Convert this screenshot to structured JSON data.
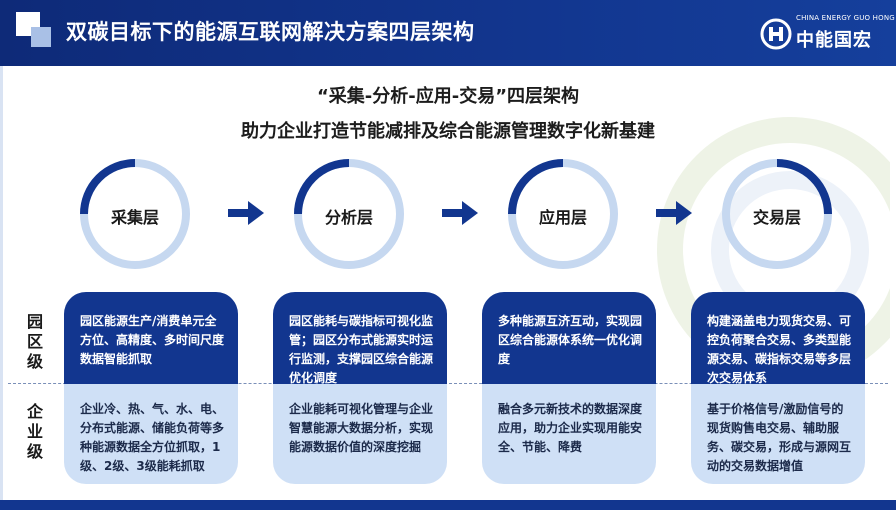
{
  "header": {
    "title": "双碳目标下的能源互联网解决方案四层架构",
    "logo_sub": "CHINA ENERGY GUO HONG",
    "logo_name": "中能国宏"
  },
  "subtitle": {
    "line1": "“采集-分析-应用-交易”四层架构",
    "line2": "助力企业打造节能减排及综合能源管理数字化新基建"
  },
  "layers": [
    {
      "name": "采集层"
    },
    {
      "name": "分析层"
    },
    {
      "name": "应用层"
    },
    {
      "name": "交易层"
    }
  ],
  "rows": {
    "park": "园区级",
    "enterprise": "企业级"
  },
  "cards": [
    {
      "park": "园区能源生产/消费单元全方位、高精度、多时间尺度数据智能抓取",
      "enterprise": "企业冷、热、气、水、电、分布式能源、储能负荷等多种能源数据全方位抓取，1级、2级、3级能耗抓取"
    },
    {
      "park": "园区能耗与碳指标可视化监管；园区分布式能源实时运行监测，支撑园区综合能源优化调度",
      "enterprise": "企业能耗可视化管理与企业智慧能源大数据分析，实现能源数据价值的深度挖掘"
    },
    {
      "park": "多种能源互济互动，实现园区综合能源体系统一优化调度",
      "enterprise": "融合多元新技术的数据深度应用，助力企业实现用能安全、节能、降费"
    },
    {
      "park": "构建涵盖电力现货交易、可控负荷聚合交易、多类型能源交易、碳指标交易等多层次交易体系",
      "enterprise": "基于价格信号/激励信号的现货购售电交易、辅助服务、碳交易，形成与源网互动的交易数据增值"
    }
  ],
  "colors": {
    "primary": "#12368f",
    "ring_track": "#c6d8f0",
    "card_light": "#cfe0f6"
  }
}
